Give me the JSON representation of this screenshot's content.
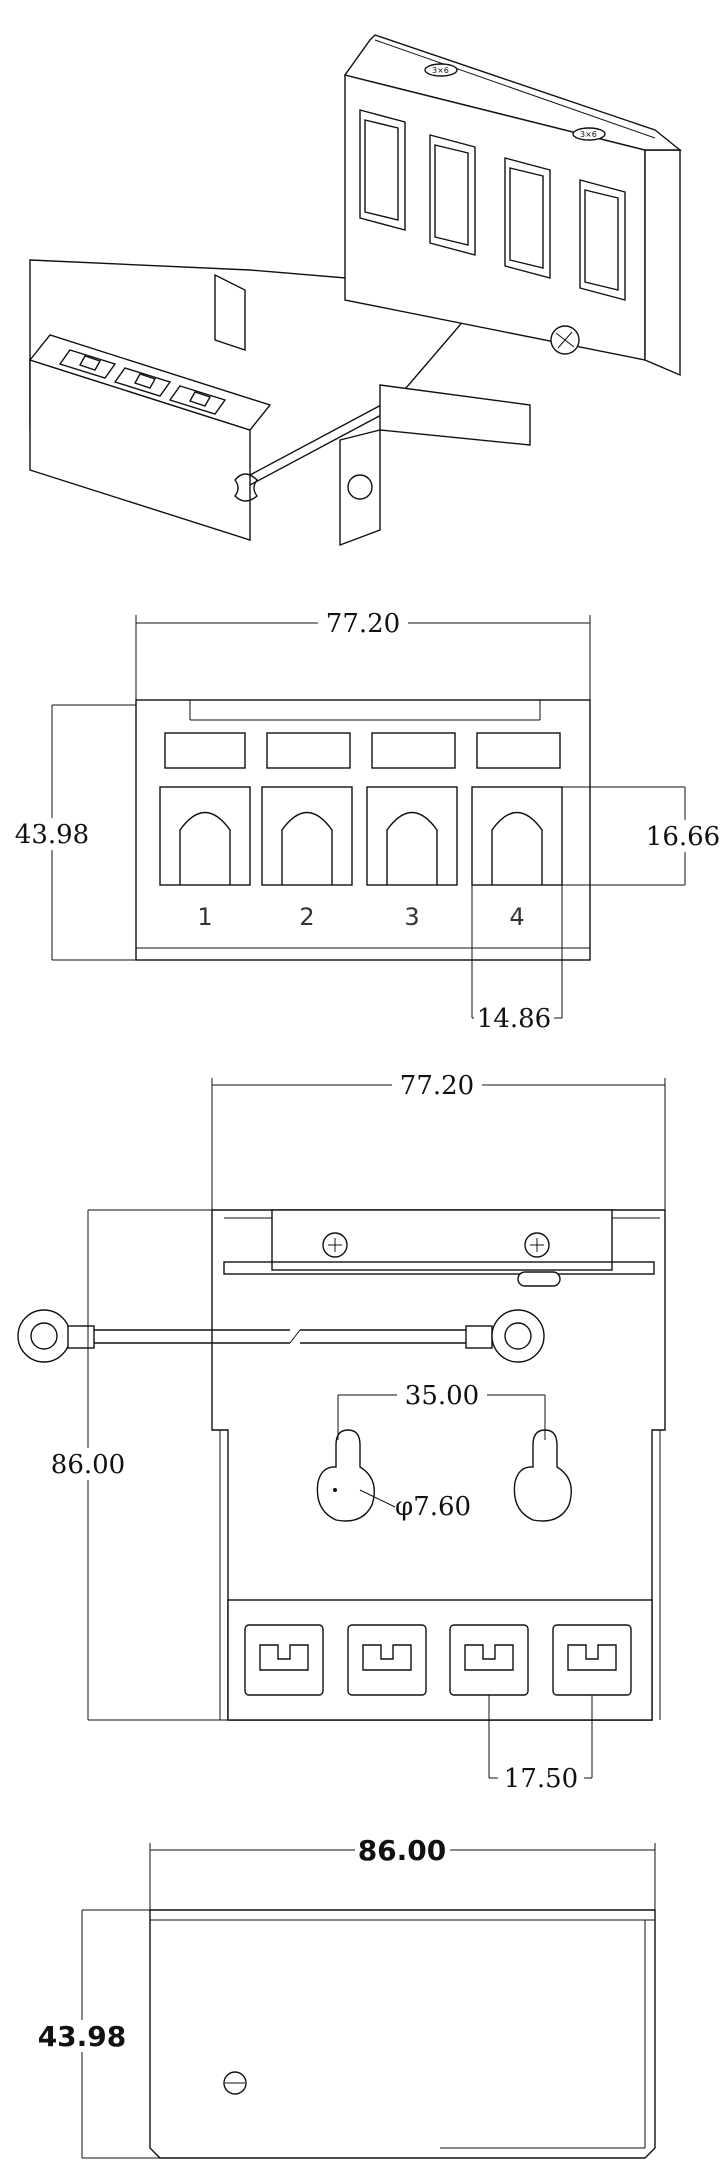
{
  "iso_view": {
    "screw_labels": [
      "3×6",
      "3×6"
    ]
  },
  "front_view": {
    "width_dim": "77.20",
    "height_dim": "43.98",
    "port_height_dim": "16.66",
    "port_width_dim": "14.86",
    "port_numbers": [
      "1",
      "2",
      "3",
      "4"
    ]
  },
  "top_view": {
    "width_dim": "77.20",
    "depth_dim": "86.00",
    "hole_spacing_dim": "35.00",
    "hole_diameter_dim": "φ7.60",
    "slot_pitch_dim": "17.50"
  },
  "side_view": {
    "length_dim": "86.00",
    "height_dim": "43.98"
  }
}
